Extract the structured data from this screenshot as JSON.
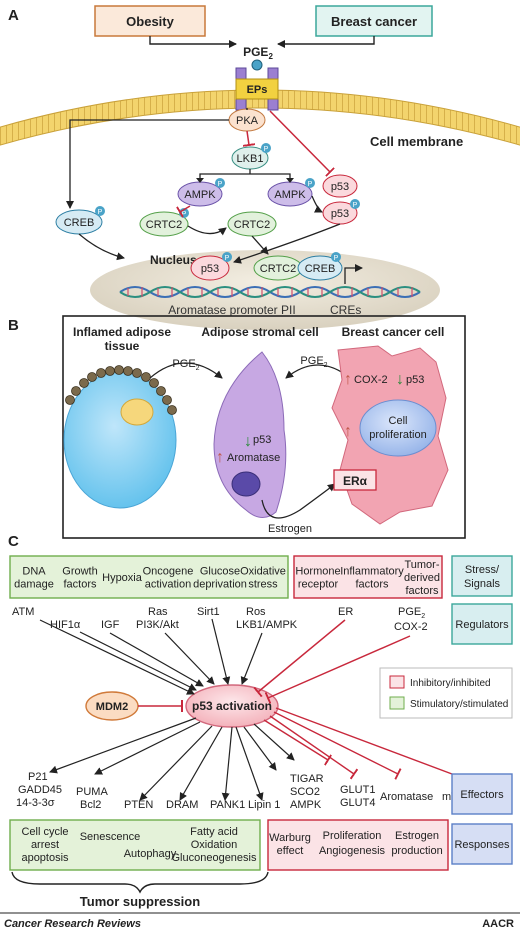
{
  "panelA": {
    "label": "A",
    "obesity": "Obesity",
    "breastCancer": "Breast cancer",
    "pge2": "PGE",
    "pge2Sub": "2",
    "eps": "EPs",
    "cellMembrane": "Cell membrane",
    "pka": "PKA",
    "lkb1": "LKB1",
    "ampk1": "AMPK",
    "ampk2": "AMPK",
    "p53a": "p53",
    "p53b": "p53",
    "creb": "CREB",
    "crtc2a": "CRTC2",
    "crtc2b": "CRTC2",
    "nucleus": "Nucleus",
    "p53n": "p53",
    "crtc2n": "CRTC2",
    "crebn": "CREB",
    "promoter": "Aromatase promoter PII",
    "cres": "CREs",
    "phos": "P"
  },
  "panelB": {
    "label": "B",
    "inflamedLine1": "Inflamed adipose",
    "inflamedLine2": "tissue",
    "stromal": "Adipose stromal cell",
    "cancerCell": "Breast cancer cell",
    "pge2Left": "PGE",
    "pge2Right": "PGE",
    "sub2": "2",
    "p53": "p53",
    "aromatase": "Aromatase",
    "estrogen": "Estrogen",
    "era": "ERα",
    "cox2": "COX-2",
    "p53Cancer": "p53",
    "cellLine1": "Cell",
    "cellLine2": "proliferation"
  },
  "panelC": {
    "label": "C",
    "greenSignals": [
      [
        "DNA",
        "damage"
      ],
      [
        "Growth",
        "factors"
      ],
      [
        "Hypoxia"
      ],
      [
        "Oncogene",
        "activation"
      ],
      [
        "Glucose",
        "deprivation"
      ],
      [
        "Oxidative",
        "stress"
      ]
    ],
    "redSignals": [
      [
        "Hormone",
        "receptor"
      ],
      [
        "Inflammatory",
        "factors"
      ],
      [
        "Tumor-",
        "derived",
        "factors"
      ]
    ],
    "stressSignals": [
      "Stress/",
      "Signals"
    ],
    "regulatorsLabel": "Regulators",
    "effectorsLabel": "Effectors",
    "responsesLabel": "Responses",
    "regulators": {
      "atm": "ATM",
      "hif1a": "HIF1α",
      "igf": "IGF",
      "ras": "Ras",
      "pi3k": "PI3K/Akt",
      "sirt1": "Sirt1",
      "ros": "Ros",
      "lkb1ampk": "LKB1/AMPK",
      "er": "ER",
      "pge2": "PGE",
      "pge2Sub": "2",
      "cox2": "COX-2"
    },
    "legend": {
      "inhibitory": "Inhibitory/inhibited",
      "stimulatory": "Stimulatory/stimulated"
    },
    "mdm2": "MDM2",
    "p53Activation": "p53 activation",
    "effectors": {
      "col1": [
        "P21",
        "GADD45",
        "14-3-3σ"
      ],
      "puma": "PUMA",
      "bcl2": "Bcl2",
      "pten": "PTEN",
      "dram": "DRAM",
      "pank1": "PANK1",
      "lipin1": "Lipin 1",
      "tigar": [
        "TIGAR",
        "SCO2",
        "AMPK"
      ],
      "glut": [
        "GLUT1",
        "GLUT4"
      ],
      "aromatase": "Aromatase",
      "mtor": "mTOR"
    },
    "greenResponses": {
      "cellCycle": [
        "Cell cycle",
        "arrest",
        "apoptosis"
      ],
      "senescence": "Senescence",
      "autophagy": "Autophagy",
      "fatty": [
        "Fatty acid",
        "Oxidation",
        "Gluconeogenesis"
      ]
    },
    "redResponses": {
      "warburg": [
        "Warburg",
        "effect"
      ],
      "prolif": [
        "Proliferation",
        "Angiogenesis"
      ],
      "estrogen": [
        "Estrogen",
        "production"
      ]
    },
    "tumorSuppression": "Tumor suppression"
  },
  "footer": {
    "journal": "Cancer Research Reviews",
    "publisher": "AACR"
  },
  "colors": {
    "inhibitory": "#c8283c",
    "stimulatory": "#2a8a3a",
    "membrane": "#e7c24a",
    "blueBox": "#5b7fc7"
  }
}
